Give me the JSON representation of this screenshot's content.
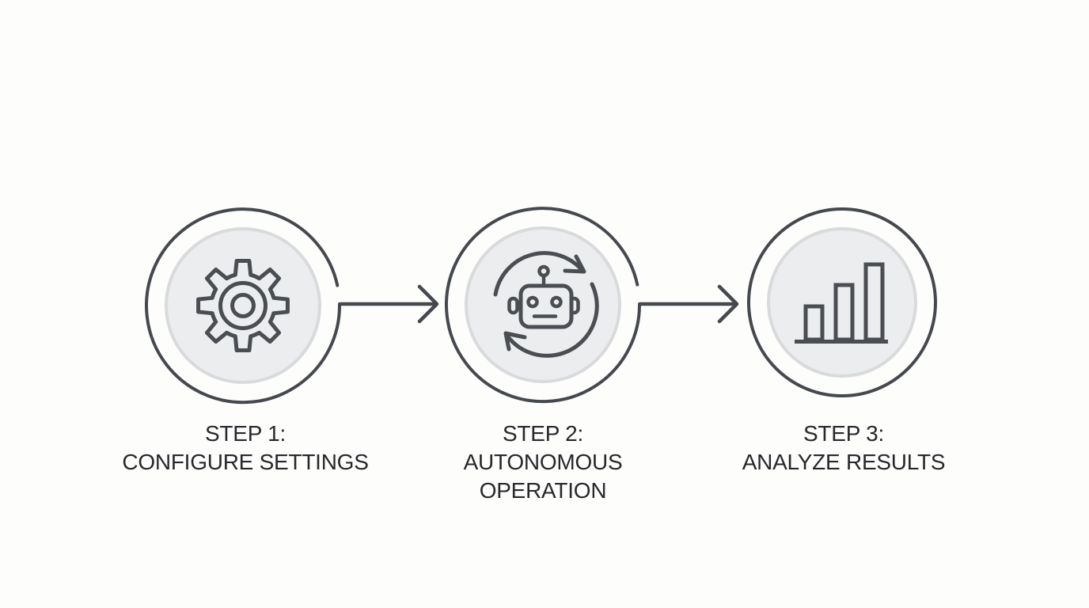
{
  "diagram_title": "three-step-process-flow",
  "colors": {
    "background": "#fdfdfc",
    "outline_stroke": "#45494e",
    "icon_stroke": "#4a4e53",
    "inner_disc_fill": "#ecedee",
    "inner_disc_ring": "#d9dadc",
    "text": "#26282b"
  },
  "steps": [
    {
      "id": 1,
      "icon": "gear-icon",
      "label_line1": "STEP 1:",
      "label_line2": "CONFIGURE SETTINGS"
    },
    {
      "id": 2,
      "icon": "robot-refresh-icon",
      "label_line1": "STEP 2:",
      "label_line2": "AUTONOMOUS",
      "label_line3": "OPERATION"
    },
    {
      "id": 3,
      "icon": "bar-chart-icon",
      "label_line1": "STEP 3:",
      "label_line2": "ANALYZE RESULTS"
    }
  ],
  "connectors": [
    {
      "from": 1,
      "to": 2,
      "shape": "right-arrow"
    },
    {
      "from": 2,
      "to": 3,
      "shape": "right-arrow"
    }
  ]
}
